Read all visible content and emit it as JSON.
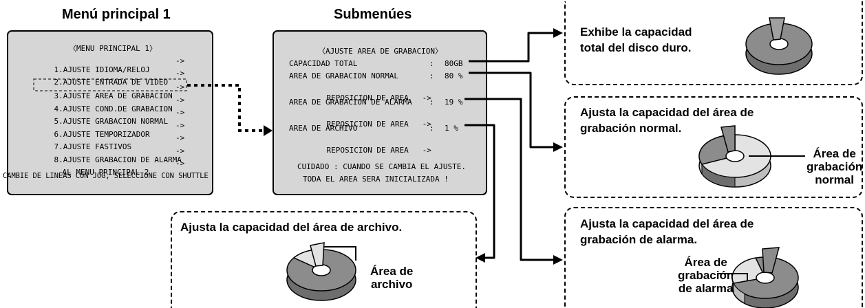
{
  "headings": {
    "main_menu": "Menú principal 1",
    "submenus": "Submenúes"
  },
  "main_menu": {
    "title": "〈MENU PRINCIPAL 1〉",
    "items": [
      {
        "label": "1.AJUSTE IDIOMA/RELOJ",
        "arrow": "->"
      },
      {
        "label": "2.AJUSTE ENTRADA DE VIDEO",
        "arrow": "->"
      },
      {
        "label": "3.AJUSTE AREA DE GRABACION",
        "arrow": "->"
      },
      {
        "label": "4.AJUSTE COND.DE GRABACION",
        "arrow": "->"
      },
      {
        "label": "5.AJUSTE GRABACION NORMAL",
        "arrow": "->"
      },
      {
        "label": "6.AJUSTE TEMPORIZADOR",
        "arrow": "->"
      },
      {
        "label": "7.AJUSTE FASTIVOS",
        "arrow": "->"
      },
      {
        "label": "8.AJUSTE GRABACION DE ALARMA",
        "arrow": "->"
      },
      {
        "label": "AL MENU PRINCIPAL 2",
        "arrow": "->"
      }
    ],
    "footer": "CAMBIE DE LINEAS CON JOG, SELECCIONE CON SHUTTLE"
  },
  "submenu": {
    "title": "〈AJUSTE AREA DE GRABACION〉",
    "rows": [
      {
        "label": "CAPACIDAD TOTAL",
        "colon": ":",
        "value": "80GB"
      },
      {
        "label": "AREA DE GRABACION NORMAL",
        "colon": ":",
        "value": "80 %"
      },
      {
        "label": "REPOSICION DE AREA",
        "arrow": "->"
      },
      {
        "label": "AREA DE GRABACION DE ALARMA",
        "colon": ":",
        "value": "19 %"
      },
      {
        "label": "REPOSICION DE AREA",
        "arrow": "->"
      },
      {
        "label": "AREA DE ARCHIVO",
        "colon": ":",
        "value": "1 %"
      },
      {
        "label": "REPOSICION DE AREA",
        "arrow": "->"
      }
    ],
    "warning_1": "CUIDADO : CUANDO SE CAMBIA EL AJUSTE.",
    "warning_2": "TODA EL AREA SERA INICIALIZADA !"
  },
  "callouts": {
    "total": {
      "line1": "Exhibe la capacidad",
      "line2": "total del disco duro."
    },
    "normal": {
      "line1": "Ajusta la capacidad del área de",
      "line2": "grabación normal.",
      "label1": "Área de",
      "label2": "grabación",
      "label3": "normal"
    },
    "archive": {
      "line1": "Ajusta la capacidad del área de archivo.",
      "label1": "Área de",
      "label2": "archivo"
    },
    "alarm": {
      "line1": "Ajusta la capacidad del área de",
      "line2": "grabación de alarma.",
      "label1": "Área de",
      "label2": "grabación",
      "label3": "de alarma"
    }
  },
  "colors": {
    "screen_bg": "#d6d6d6",
    "disk_dark": "#8c8c8c",
    "disk_light": "#e3e3e3"
  }
}
